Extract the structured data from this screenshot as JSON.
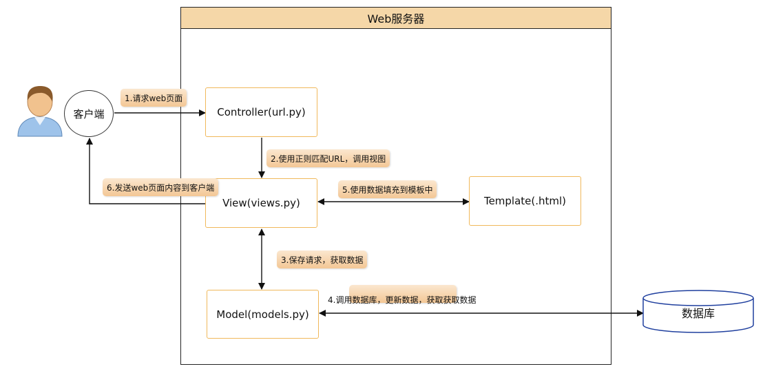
{
  "server": {
    "title": "Web服务器"
  },
  "client": {
    "label": "客户端"
  },
  "nodes": {
    "controller": "Controller(url.py)",
    "view": "View(views.py)",
    "template": "Template(.html)",
    "model": "Model(models.py)",
    "database": "数据库"
  },
  "steps": {
    "s1": "1.请求web页面",
    "s2": "2.使用正则匹配URL，调用视图",
    "s3": "3.保存请求，获取数据",
    "s4": "4.调用数据库，更新数据，获取获取数据",
    "s5": "5.使用数据填充到模板中",
    "s6": "6.发送web页面内容到客户端"
  },
  "colors": {
    "node_border": "#f0b85a",
    "title_bg": "#f5d7a8",
    "tag_bg": "#f3c795",
    "db_border": "#1f3f9e"
  }
}
